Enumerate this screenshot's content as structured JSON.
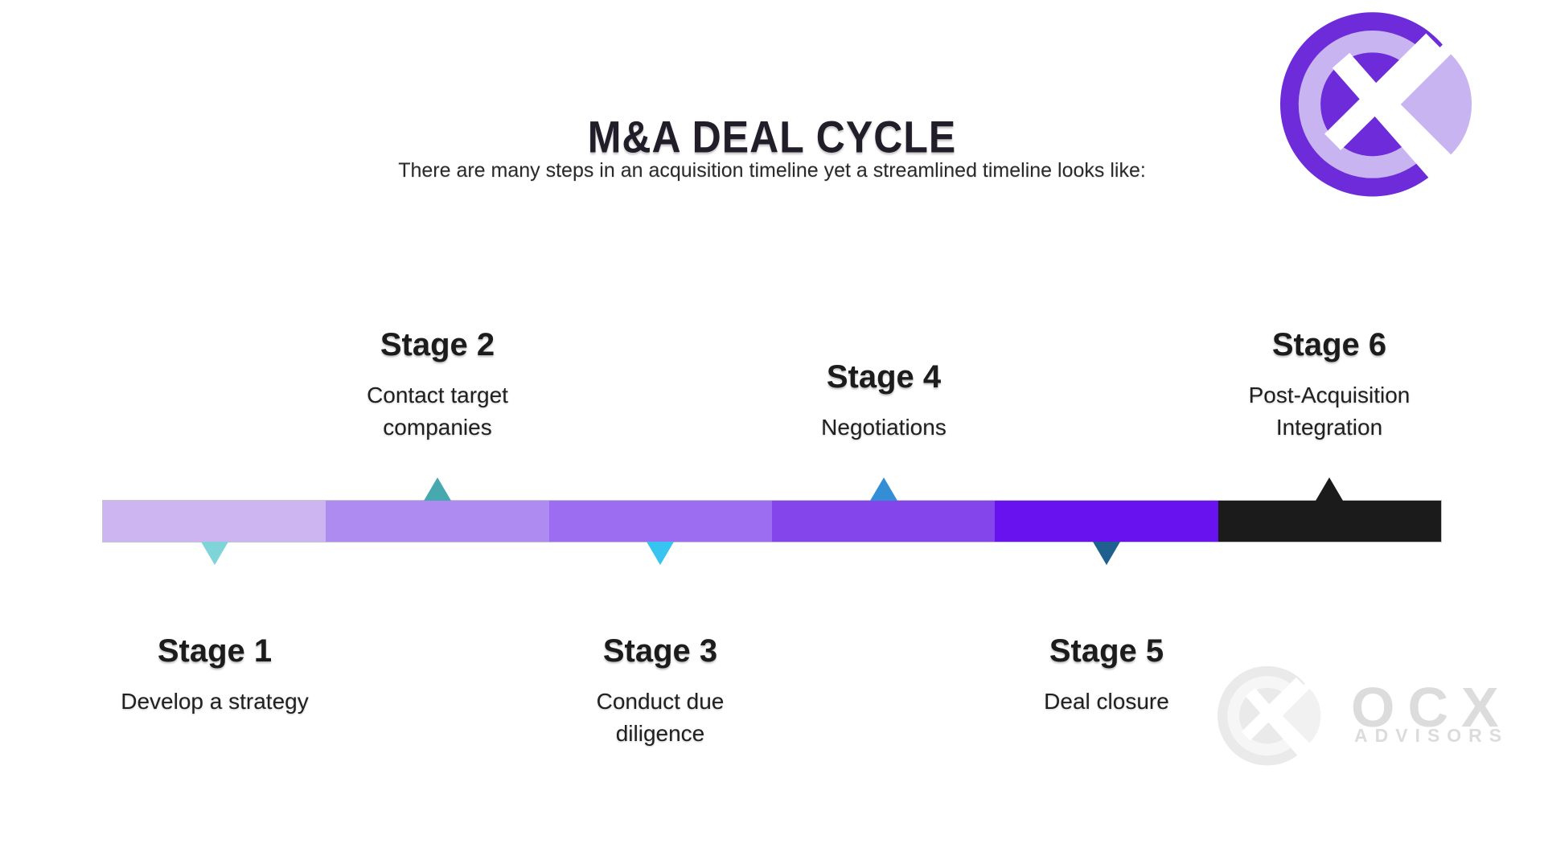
{
  "header": {
    "title": "M&A DEAL CYCLE",
    "subtitle": "There are many steps in an acquisition timeline yet a streamlined timeline looks like:"
  },
  "brand_logo": {
    "name": "OCX logo",
    "primary_color": "#6D2BD9",
    "accent_color": "#C9B4F2",
    "x_color": "#FFFFFF"
  },
  "timeline": {
    "stages": [
      {
        "label": "Stage 1",
        "desc_lines": [
          "Develop a strategy"
        ],
        "position": "below",
        "segment_color": "#CDB5F1",
        "marker_color": "#7FD4D7"
      },
      {
        "label": "Stage 2",
        "desc_lines": [
          "Contact target",
          "companies"
        ],
        "position": "above",
        "segment_color": "#AE8BF0",
        "marker_color": "#47A9B0"
      },
      {
        "label": "Stage 3",
        "desc_lines": [
          "Conduct due",
          "diligence"
        ],
        "position": "below",
        "segment_color": "#9C6DF0",
        "marker_color": "#38C4F0"
      },
      {
        "label": "Stage 4",
        "desc_lines": [
          "Negotiations"
        ],
        "position": "above",
        "segment_color": "#8445EB",
        "marker_color": "#338ED6"
      },
      {
        "label": "Stage 5",
        "desc_lines": [
          "Deal closure"
        ],
        "position": "below",
        "segment_color": "#6812EF",
        "marker_color": "#20608F"
      },
      {
        "label": "Stage 6",
        "desc_lines": [
          "Post-Acquisition",
          "Integration"
        ],
        "position": "above",
        "segment_color": "#1B1B1B",
        "marker_color": "#1B1B1B"
      }
    ]
  },
  "watermark": {
    "brand": "OCX",
    "tagline": "ADVISORS",
    "text_color": "#DCDCDC",
    "logo_circle_color": "#EAEAEA",
    "logo_ring_color": "#F6F6F6",
    "logo_wedge_color": "#F1F1F1",
    "logo_x_color": "#FFFFFF"
  }
}
